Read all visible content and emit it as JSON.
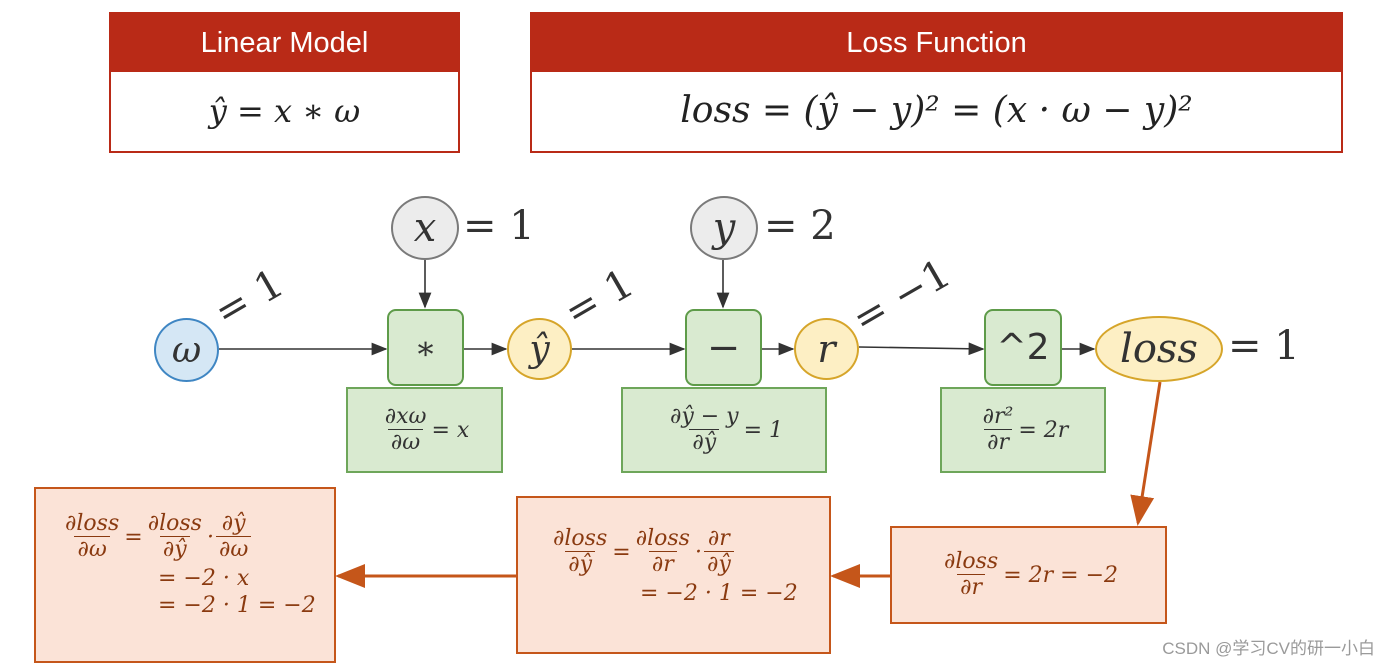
{
  "header": {
    "linear_model": {
      "title": "Linear Model",
      "formula": "ŷ = x ∗ ω"
    },
    "loss_function": {
      "title": "Loss Function",
      "formula": "loss = (ŷ − y)² = (x · ω − y)²"
    }
  },
  "graph": {
    "inputs": {
      "x": {
        "label": "x",
        "value_text": "= 1"
      },
      "y": {
        "label": "y",
        "value_text": "= 2"
      },
      "omega": {
        "label": "ω",
        "value_text": "= 1"
      }
    },
    "ops": {
      "mul": "∗",
      "sub": "−",
      "square": "^2"
    },
    "intermediates": {
      "y_hat": {
        "label": "ŷ",
        "value_text": "= 1"
      },
      "r": {
        "label": "r",
        "value_text": "= −1"
      },
      "loss": {
        "label": "loss",
        "value_text": "= 1"
      }
    },
    "local_derivatives": {
      "mul": {
        "num": "∂xω",
        "den": "∂ω",
        "rhs": "= x"
      },
      "sub": {
        "num": "∂ŷ − y",
        "den": "∂ŷ",
        "rhs": "= 1"
      },
      "square": {
        "num": "∂r²",
        "den": "∂r",
        "rhs": "= 2r"
      }
    }
  },
  "backprop": {
    "step1": {
      "num": "∂loss",
      "den": "∂r",
      "rhs": "= 2r = −2"
    },
    "step2": {
      "lhs_num": "∂loss",
      "lhs_den": "∂ŷ",
      "eq": "=",
      "a_num": "∂loss",
      "a_den": "∂r",
      "dot": "·",
      "b_num": "∂r",
      "b_den": "∂ŷ",
      "line2": "= −2 · 1 = −2"
    },
    "step3": {
      "lhs_num": "∂loss",
      "lhs_den": "∂ω",
      "eq": "=",
      "a_num": "∂loss",
      "a_den": "∂ŷ",
      "dot": "·",
      "b_num": "∂ŷ",
      "b_den": "∂ω",
      "line2": "= −2 · x",
      "line3": "= −2 · 1 = −2"
    }
  },
  "colors": {
    "header": "#b92a17",
    "op_fill": "#d9ead0",
    "op_border": "#5e9b49",
    "input_fill": "#ececec",
    "omega_fill": "#d5e7f5",
    "intermediate_fill": "#fdefc4",
    "grad_fill": "#fbe3d7",
    "grad_border": "#c5561a",
    "arrow_forward": "#333333",
    "arrow_backward": "#c5561a"
  },
  "watermark": "CSDN @学习CV的研一小白"
}
